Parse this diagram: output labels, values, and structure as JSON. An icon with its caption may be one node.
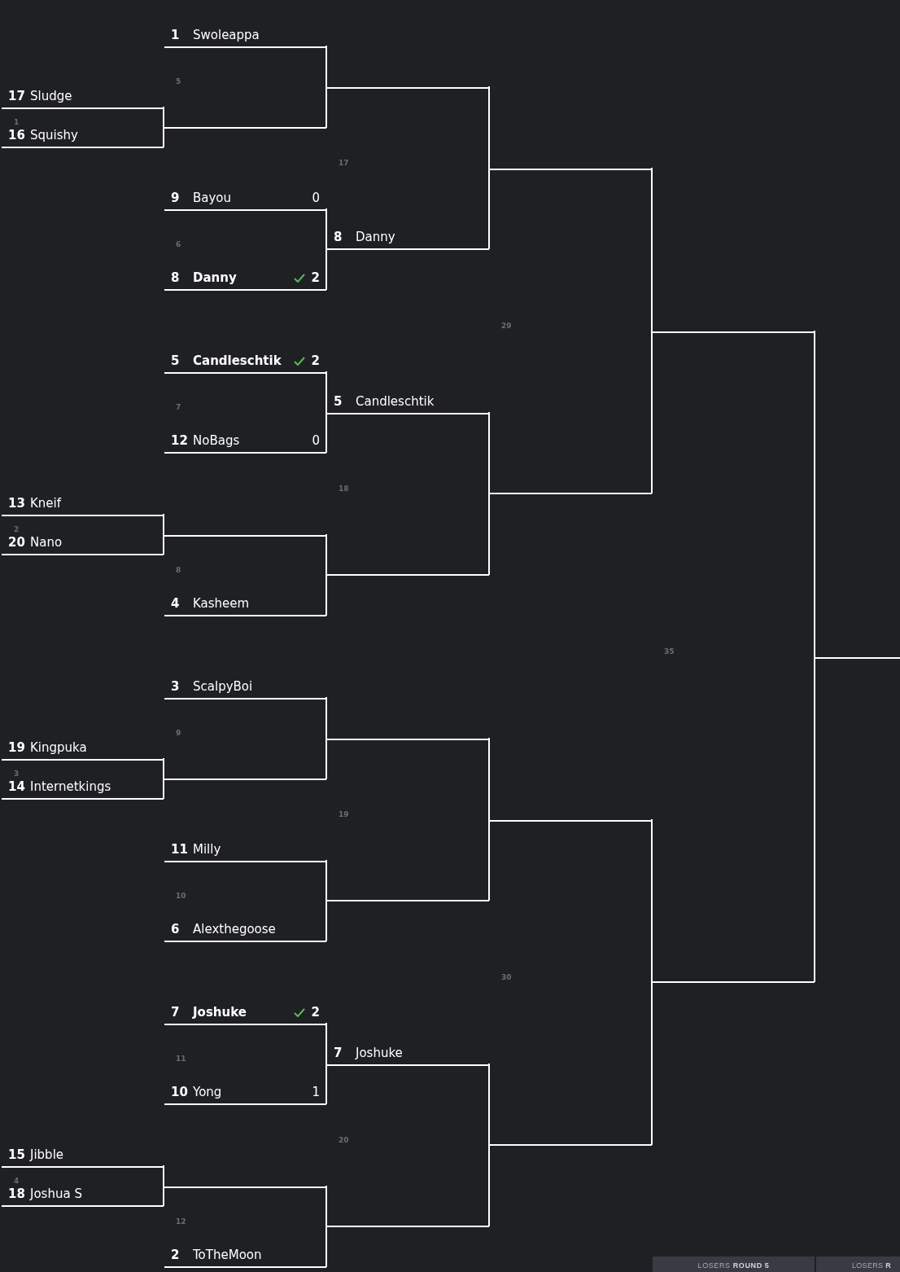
{
  "diagram": {
    "nodes": [
      {
        "text": [
          "1",
          "Swoleappa"
        ]
      },
      {
        "text": [],
        "shape": "line"
      },
      {
        "text": [
          "17",
          "Sludge"
        ]
      },
      {
        "text": [],
        "shape": "line"
      },
      {
        "text": [
          "16",
          "Squishy"
        ]
      },
      {
        "text": [],
        "shape": "line"
      },
      {
        "text": [
          "9",
          "Bayou",
          "0"
        ]
      },
      {
        "text": [
          "8",
          "Danny"
        ]
      },
      {
        "text": [
          "8",
          "Danny",
          "2"
        ]
      },
      {
        "text": [],
        "shape": "line"
      },
      {
        "text": [
          "5",
          "Candleschtik",
          "2"
        ]
      },
      {
        "text": [
          "5",
          "Candleschtik"
        ]
      },
      {
        "text": [
          "12",
          "NoBags",
          "0"
        ]
      },
      {
        "text": [],
        "shape": "line"
      },
      {
        "text": [
          "13",
          "Kneif"
        ]
      },
      {
        "text": [],
        "shape": "line"
      },
      {
        "text": [
          "20",
          "Nano"
        ]
      },
      {
        "text": [],
        "shape": "line"
      },
      {
        "text": [
          "4",
          "Kasheem"
        ]
      },
      {
        "text": [],
        "shape": "line"
      },
      {
        "text": [
          "3",
          "ScalpyBoi"
        ]
      },
      {
        "text": [],
        "shape": "line"
      },
      {
        "text": [
          "19",
          "Kingpuka"
        ]
      },
      {
        "text": [],
        "shape": "line"
      },
      {
        "text": [
          "14",
          "Internetkings"
        ]
      },
      {
        "text": [],
        "shape": "line"
      },
      {
        "text": [
          "11",
          "Milly"
        ]
      },
      {
        "text": [],
        "shape": "line"
      },
      {
        "text": [
          "6",
          "Alexthegoose"
        ]
      },
      {
        "text": [],
        "shape": "line"
      },
      {
        "text": [
          "7",
          "Joshuke",
          "2"
        ]
      },
      {
        "text": [
          "7",
          "Joshuke"
        ]
      },
      {
        "text": [
          "10",
          "Yong",
          "1"
        ]
      },
      {
        "text": [],
        "shape": "line"
      },
      {
        "text": [
          "15",
          "Jibble"
        ]
      },
      {
        "text": [],
        "shape": "line"
      },
      {
        "text": [
          "18",
          "Joshua S"
        ]
      },
      {
        "text": [],
        "shape": "line"
      },
      {
        "text": [
          "2",
          "ToTheMoon"
        ]
      }
    ],
    "edges": [
      {
        "from": 2,
        "to": 3,
        "arrow": "none"
      },
      {
        "from": 4,
        "to": 3,
        "arrow": "none"
      },
      {
        "from": 0,
        "to": 1,
        "arrow": "none"
      },
      {
        "from": 3,
        "to": 1,
        "arrow": "none"
      },
      {
        "from": 6,
        "to": 7,
        "arrow": "none"
      },
      {
        "from": 8,
        "to": 7,
        "arrow": "none"
      },
      {
        "from": 1,
        "to": 5,
        "arrow": "none"
      },
      {
        "from": 7,
        "to": 5,
        "arrow": "none"
      },
      {
        "from": 10,
        "to": 11,
        "arrow": "none"
      },
      {
        "from": 12,
        "to": 11,
        "arrow": "none"
      },
      {
        "from": 14,
        "to": 15,
        "arrow": "none"
      },
      {
        "from": 16,
        "to": 15,
        "arrow": "none"
      },
      {
        "from": 15,
        "to": 17,
        "arrow": "none"
      },
      {
        "from": 18,
        "to": 17,
        "arrow": "none"
      },
      {
        "from": 11,
        "to": 13,
        "arrow": "none"
      },
      {
        "from": 17,
        "to": 13,
        "arrow": "none"
      },
      {
        "from": 5,
        "to": 9,
        "arrow": "none"
      },
      {
        "from": 13,
        "to": 9,
        "arrow": "none"
      },
      {
        "from": 22,
        "to": 23,
        "arrow": "none"
      },
      {
        "from": 24,
        "to": 23,
        "arrow": "none"
      },
      {
        "from": 20,
        "to": 21,
        "arrow": "none"
      },
      {
        "from": 23,
        "to": 21,
        "arrow": "none"
      },
      {
        "from": 26,
        "to": 27,
        "arrow": "none"
      },
      {
        "from": 28,
        "to": 27,
        "arrow": "none"
      },
      {
        "from": 21,
        "to": 25,
        "arrow": "none"
      },
      {
        "from": 27,
        "to": 25,
        "arrow": "none"
      },
      {
        "from": 30,
        "to": 31,
        "arrow": "none"
      },
      {
        "from": 32,
        "to": 31,
        "arrow": "none"
      },
      {
        "from": 34,
        "to": 35,
        "arrow": "none"
      },
      {
        "from": 36,
        "to": 35,
        "arrow": "none"
      },
      {
        "from": 35,
        "to": 37,
        "arrow": "none"
      },
      {
        "from": 38,
        "to": 37,
        "arrow": "none"
      },
      {
        "from": 31,
        "to": 33,
        "arrow": "none"
      },
      {
        "from": 37,
        "to": 33,
        "arrow": "none"
      },
      {
        "from": 25,
        "to": 29,
        "arrow": "none"
      },
      {
        "from": 33,
        "to": 29,
        "arrow": "none"
      },
      {
        "from": 9,
        "to": 19,
        "arrow": "none"
      },
      {
        "from": 29,
        "to": 19,
        "arrow": "none"
      }
    ],
    "labels": [
      "5",
      "1",
      "17",
      "6",
      "29",
      "7",
      "18",
      "2",
      "8",
      "35",
      "9",
      "3",
      "19",
      "10",
      "30",
      "11",
      "20",
      "4",
      "12",
      "LOSERS **ROUND 5**",
      "LOSERS **R**"
    ]
  }
}
